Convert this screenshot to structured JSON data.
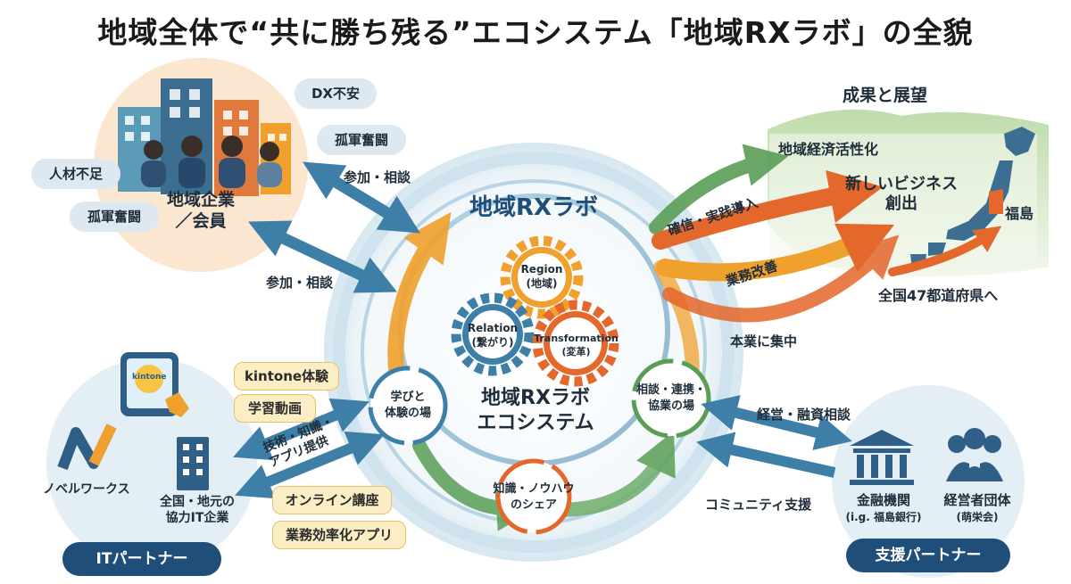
{
  "title": "地域全体で“共に勝ち残る”エコシステム「地域RXラボ」の全貌",
  "companies": {
    "label_line1": "地域企業",
    "label_line2": "／会員",
    "bubbles": [
      "DX不安",
      "孤軍奮闘",
      "人材不足",
      "孤軍奮闘"
    ]
  },
  "flows": {
    "join_consult_top": "参加・相談",
    "join_consult_left": "参加・相談",
    "confirm_practice": "確信・実践導入",
    "business_improve": "業務改善",
    "focus_core": "本業に集中",
    "tech_knowledge": [
      "技術・知識・",
      "アプリ提供"
    ],
    "management_finance": "経営・融資相談",
    "community_support": "コミュニティ支援"
  },
  "center": {
    "lab_title": "地域RXラボ",
    "ecosystem_line1": "地域RXラボ",
    "ecosystem_line2": "エコシステム",
    "gears": [
      {
        "name": "Region",
        "sub": "(地域)",
        "color": "#f0a02c"
      },
      {
        "name": "Relation",
        "sub": "(繋がり)",
        "color": "#3e7fa8"
      },
      {
        "name": "Transformation",
        "sub": "(変革)",
        "color": "#e4672b"
      }
    ],
    "places": [
      {
        "line1": "学びと",
        "line2": "体験の場"
      },
      {
        "line1": "相談・連携・",
        "line2": "協業の場"
      },
      {
        "line1": "知識・ノウハウ",
        "line2": "のシェア"
      }
    ]
  },
  "results": {
    "heading": "成果と展望",
    "regional_economy": "地域経済活性化",
    "new_business_line1": "新しいビジネス",
    "new_business_line2": "創出",
    "fukushima": "福島",
    "nationwide": "全国47都道府県へ"
  },
  "it_partner": {
    "tablet_logo": "kintone",
    "novel_works": "ノベルワークス",
    "partner_line1": "全国・地元の",
    "partner_line2": "協力IT企業",
    "badge": "ITパートナー",
    "pills": [
      "kintone体験",
      "学習動画",
      "オンライン講座",
      "業務効率化アプリ"
    ]
  },
  "support_partner": {
    "bank_line1": "金融機関",
    "bank_line2": "(i.g. 福島銀行)",
    "group_line1": "経営者団体",
    "group_line2": "(萌栄会)",
    "badge": "支援パートナー"
  },
  "colors": {
    "navy": "#1f4e79",
    "blue_arrow": "#3e7fa8",
    "orange_arrow": "#e4672b",
    "green_arrow": "#5a9e56",
    "gold": "#f0a02c",
    "pill_bg": "#fbeec5"
  },
  "icons": [
    "office-buildings-icon",
    "people-icon",
    "gear-icon",
    "japan-map-icon",
    "tablet-icon",
    "hand-pointer-icon",
    "novelworks-logo-icon",
    "building-icon",
    "bank-icon",
    "group-icon"
  ]
}
